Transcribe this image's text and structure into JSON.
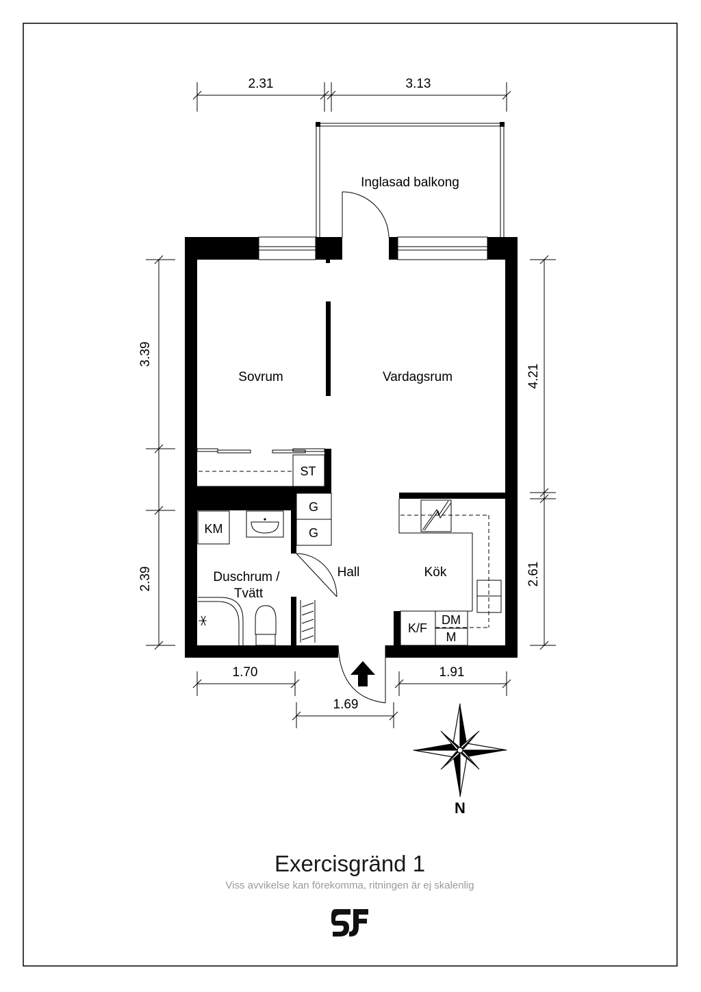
{
  "title": "Exercisgränd 1",
  "disclaimer": "Viss avvikelse kan förekomma, ritningen är ej skalenlig",
  "compass": {
    "north_label": "N"
  },
  "rooms": {
    "balcony": "Inglasad balkong",
    "bedroom": "Sovrum",
    "living": "Vardagsrum",
    "storage": "ST",
    "wardrobe_top": "G",
    "wardrobe_bottom": "G",
    "washer": "KM",
    "bathroom_line1": "Duschrum /",
    "bathroom_line2": "Tvätt",
    "hall": "Hall",
    "kitchen": "Kök",
    "fridge_freezer": "K/F",
    "dishwasher": "DM",
    "microwave": "M"
  },
  "dimensions": {
    "top_left": "2.31",
    "top_right": "3.13",
    "left_upper": "3.39",
    "left_lower": "2.39",
    "right_upper": "4.21",
    "right_lower": "2.61",
    "bottom_left": "1.70",
    "bottom_center": "1.69",
    "bottom_right": "1.91"
  },
  "logo": {
    "name": "sf-logo-icon"
  }
}
